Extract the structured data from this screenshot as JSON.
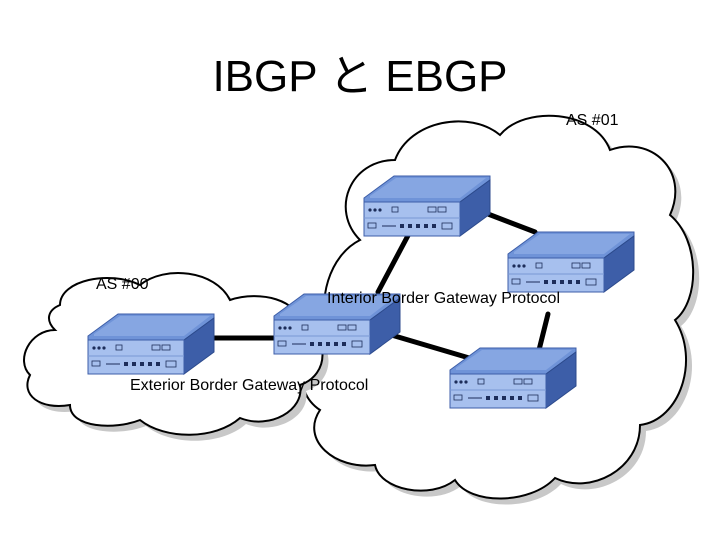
{
  "slide": {
    "title": "IBGP と EBGP"
  },
  "autonomous_systems": [
    {
      "id": "as00",
      "label": "AS #00"
    },
    {
      "id": "as01",
      "label": "AS #01"
    }
  ],
  "links": {
    "interior_label": "Interior Border Gateway Protocol",
    "exterior_label": "Exterior Border Gateway Protocol"
  },
  "colors": {
    "router_top": "#6f93d8",
    "router_front": "#a7c0ee",
    "router_side": "#3d5ea8",
    "link": "#000000",
    "cloud_fill": "#ffffff",
    "cloud_shadow": "#c8c8c8"
  },
  "icons": [
    "router-icon",
    "cloud-icon"
  ]
}
